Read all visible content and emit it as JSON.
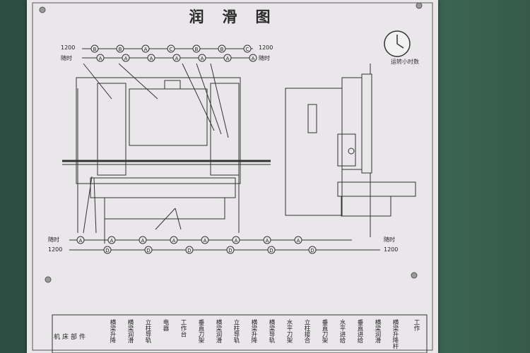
{
  "plate": {
    "title": "润滑图",
    "clock_label": "运转小时数",
    "top_lines": [
      {
        "label": "1200",
        "symbols": [
          "B",
          "B",
          "A",
          "C",
          "B",
          "B",
          "C"
        ]
      },
      {
        "label": "随时",
        "symbols": [
          "A",
          "A",
          "A",
          "A",
          "A",
          "A",
          "A"
        ]
      }
    ],
    "right_top_labels": [
      "1200",
      "随时"
    ],
    "bottom_lines": [
      {
        "label": "随时",
        "symbols": [
          "A",
          "A",
          "A",
          "A",
          "A",
          "A",
          "A",
          "A"
        ]
      },
      {
        "label": "1200",
        "symbols": [
          "D",
          "D",
          "D",
          "D",
          "D",
          "D"
        ]
      }
    ],
    "right_bottom_labels": [
      "随时",
      "1200"
    ],
    "table_headers": [
      "机床部件",
      "横梁升降",
      "横梁润滑",
      "立柱导轨",
      "电器",
      "工作台",
      "垂直刀架",
      "横梁润滑",
      "立柱导轨",
      "横梁升降",
      "横梁导轨",
      "水平刀架",
      "立柱接合",
      "垂直刀架",
      "水平进给",
      "垂直进给",
      "横梁润滑",
      "横梁升降杆",
      "工作"
    ]
  }
}
